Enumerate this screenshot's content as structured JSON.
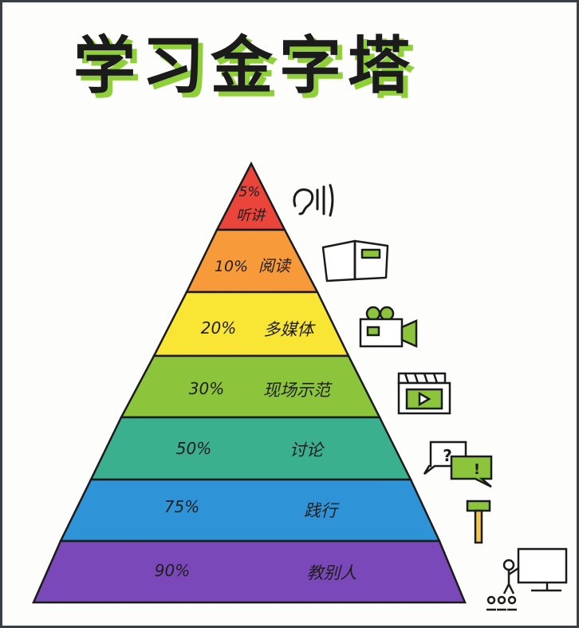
{
  "title": "学习金字塔",
  "levels": [
    {
      "percent": "5%",
      "label": "听讲",
      "color": "#e9453b",
      "icon": "ear-icon"
    },
    {
      "percent": "10%",
      "label": "阅读",
      "color": "#f79a3a",
      "icon": "book-icon"
    },
    {
      "percent": "20%",
      "label": "多媒体",
      "color": "#f9e534",
      "icon": "video-camera-icon"
    },
    {
      "percent": "30%",
      "label": "现场示范",
      "color": "#8cc53b",
      "icon": "clapperboard-icon"
    },
    {
      "percent": "50%",
      "label": "讨论",
      "color": "#3bb08e",
      "icon": "speech-bubbles-icon"
    },
    {
      "percent": "75%",
      "label": "践行",
      "color": "#2f93d8",
      "icon": "hammer-icon"
    },
    {
      "percent": "90%",
      "label": "教别人",
      "color": "#7a48b8",
      "icon": "teacher-board-icon"
    }
  ]
}
